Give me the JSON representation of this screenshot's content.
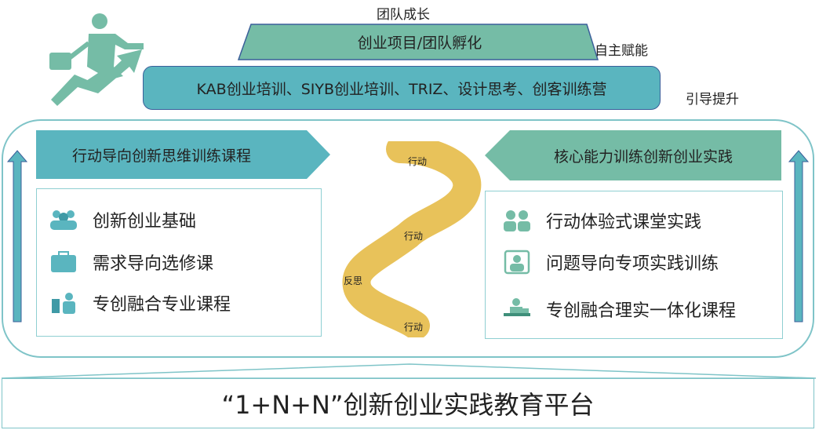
{
  "top": {
    "team_growth": "团队成长",
    "incubation": "创业项目/团队孵化",
    "self_empower": "自主赋能",
    "trainings": "KAB创业培训、SIYB创业培训、TRIZ、设计思考、创客训练营",
    "guide_up": "引导提升"
  },
  "left": {
    "header": "行动导向创新思维训练课程",
    "items": [
      {
        "label": "创新创业基础",
        "icon": "people-group-icon"
      },
      {
        "label": "需求导向选修课",
        "icon": "briefcase-icon"
      },
      {
        "label": "专创融合专业课程",
        "icon": "person-puzzle-icon"
      }
    ]
  },
  "right": {
    "header": "核心能力训练创新创业实践",
    "items": [
      {
        "label": "行动体验式课堂实践",
        "icon": "two-people-icon"
      },
      {
        "label": "问题导向专项实践训练",
        "icon": "presenter-icon"
      },
      {
        "label": "专创融合理实一体化课程",
        "icon": "desk-worker-icon"
      }
    ]
  },
  "snake": {
    "labels": [
      "行动",
      "行动",
      "反思",
      "行动"
    ]
  },
  "platform": {
    "title": "“1+N+N”创新创业实践教育平台"
  },
  "colors": {
    "teal": "#5ab5bf",
    "green": "#75bca6",
    "yellow": "#e8c25a"
  }
}
